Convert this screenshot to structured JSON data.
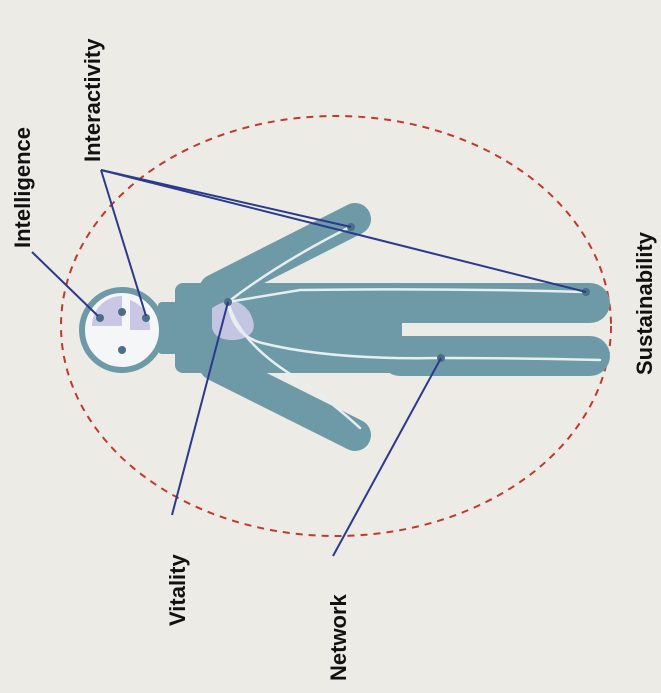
{
  "labels": {
    "intelligence": "Intelligence",
    "interactivity": "Interactivity",
    "vitality": "Vitality",
    "network": "Network",
    "sustainability": "Sustainability"
  },
  "colors": {
    "background": "#ecebe6",
    "body": "#6d9aa6",
    "body_edge": "#4f7f8c",
    "circuit": "#e6eef0",
    "lavender": "#c9c7e3",
    "node": "#4a6f86",
    "leader_line": "#2b3a8c",
    "boundary": "#c0392b",
    "head_fill": "#f4f6f7"
  }
}
